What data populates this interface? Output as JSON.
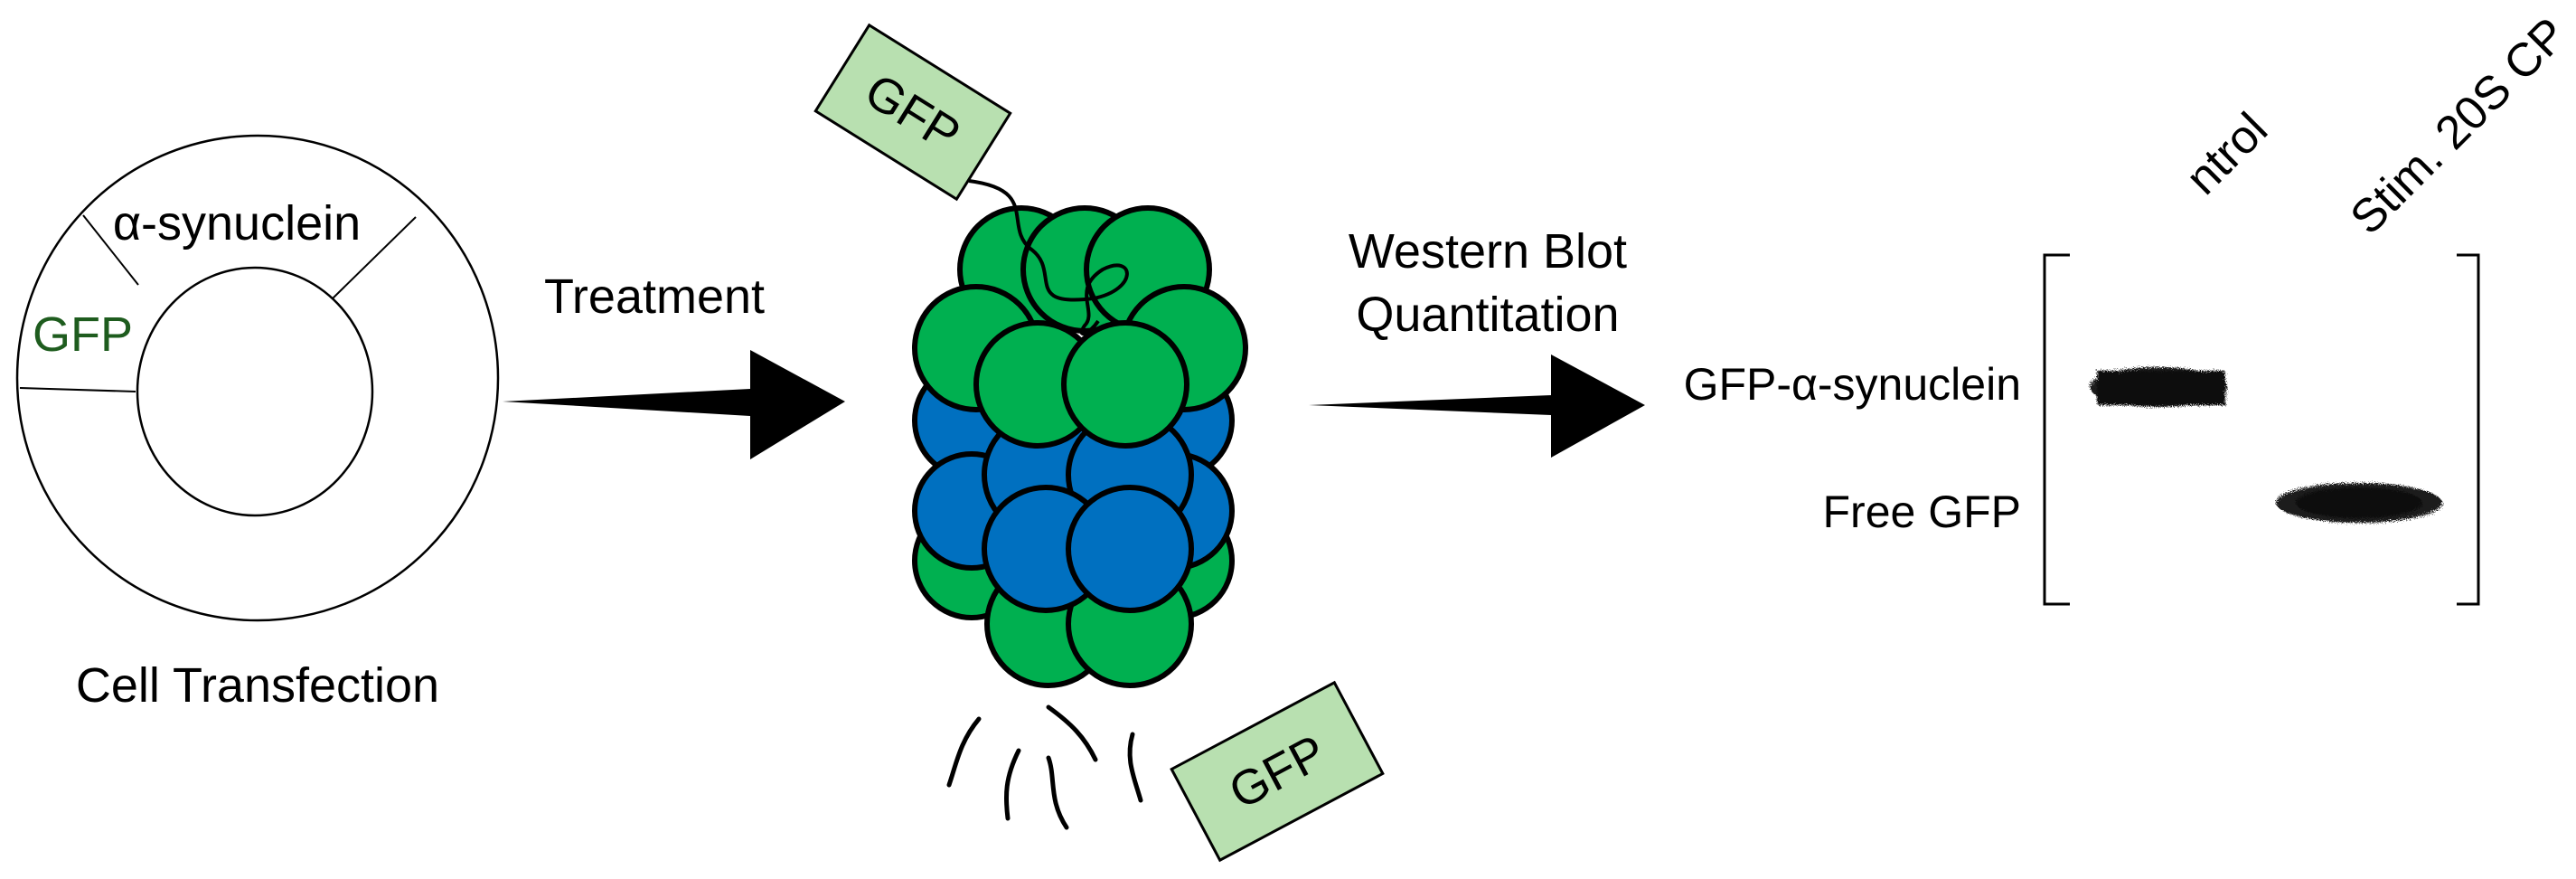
{
  "cell": {
    "protein_label": "α-synuclein",
    "tag_label": "GFP",
    "caption": "Cell Transfection"
  },
  "steps": {
    "treatment": "Treatment",
    "western_line1": "Western Blot",
    "western_line2": "Quantitation"
  },
  "proteasome": {
    "top_tag": "GFP",
    "bottom_tag": "GFP"
  },
  "blot": {
    "lanes": [
      "ntrol",
      "Stim. 20S CP"
    ],
    "rows": [
      "GFP-α-synuclein",
      "Free GFP"
    ]
  },
  "colors": {
    "gfp_text": "#1e5c1e",
    "tag_fill": "#b8e0b0",
    "alpha_ring": "#00b050",
    "beta_ring": "#0070c0",
    "arrow": "#000000"
  }
}
